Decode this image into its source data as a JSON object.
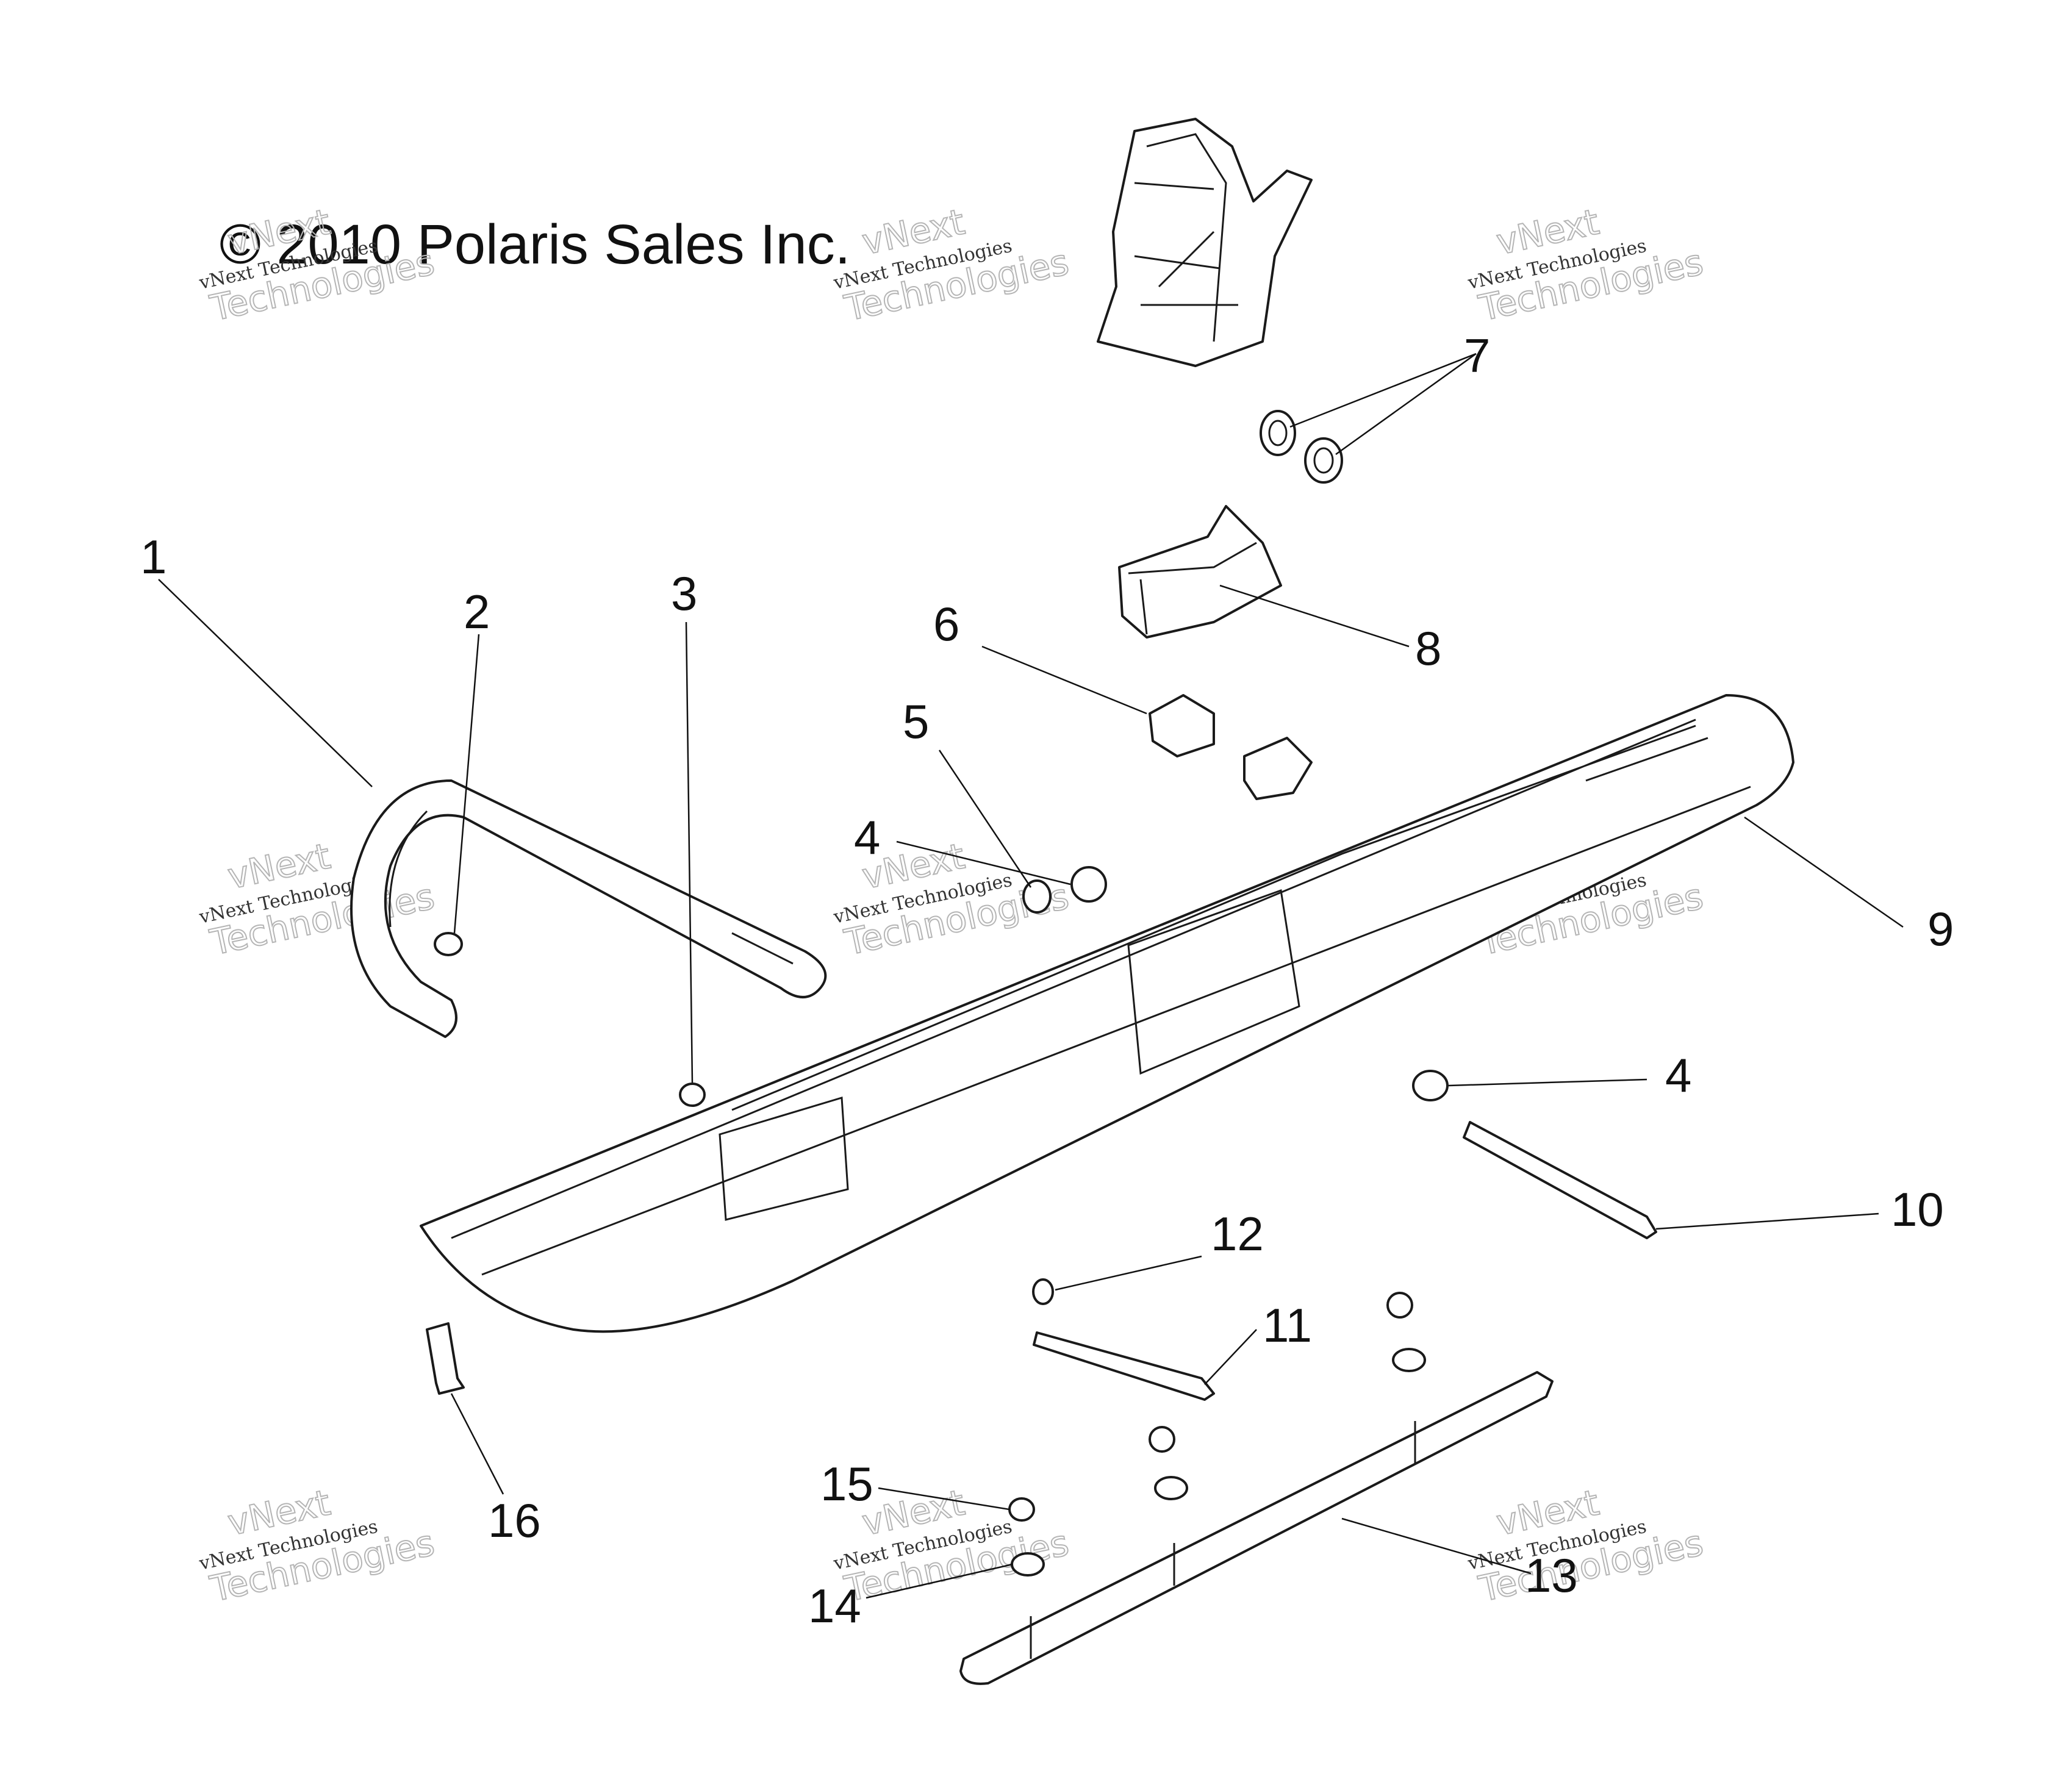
{
  "copyright": "© 2010 Polaris Sales Inc.",
  "watermark": {
    "line1": "vNext",
    "line2": "vNext Technologies",
    "line3": "Technologies"
  },
  "callouts": [
    "1",
    "2",
    "3",
    "4",
    "5",
    "6",
    "7",
    "8",
    "9",
    "4",
    "10",
    "11",
    "12",
    "13",
    "14",
    "15",
    "16"
  ],
  "colors": {
    "line": "#1a1a1a",
    "background": "#ffffff",
    "watermark": "#b5b5b5"
  }
}
